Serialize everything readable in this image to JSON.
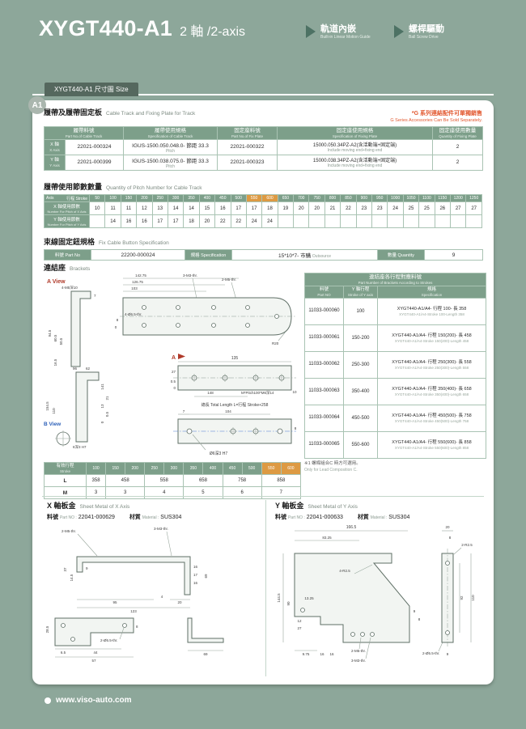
{
  "header": {
    "title": "XYGT440-A1",
    "subtitle": "2 軸 /2-axis",
    "features": [
      {
        "zh": "軌道內嵌",
        "en": "Built-in Linear Motion Guide"
      },
      {
        "zh": "螺桿驅動",
        "en": "Ball Screw Drive"
      }
    ]
  },
  "section_bar": {
    "label": "XYGT440-A1 尺寸圖 Size"
  },
  "card": {
    "badge": "A1",
    "track": {
      "title_zh": "履帶及履帶固定板",
      "title_en": "Cable Track and Fixing Plate for Track",
      "note_zh": "*G 系列連結配件可單獨銷售",
      "note_en": "G Series Accessories Can Be Sold Separately.",
      "headers": [
        {
          "zh": "履帶料號",
          "en": "Part No.of Cable Track"
        },
        {
          "zh": "履帶使用規格",
          "en": "Specification of Cable Track"
        },
        {
          "zh": "固定座料號",
          "en": "Part No.of Fix Plate"
        },
        {
          "zh": "固定座使用規格",
          "en": "Specification of Fixing Plate"
        },
        {
          "zh": "固定座使用數量",
          "en": "Quantity of Fixing Plate"
        }
      ],
      "rows": [
        {
          "axis_zh": "X 軸",
          "axis_en": "X Axis",
          "part": "22021-000324",
          "spec_code": "IGUS-1500.050.048.0-",
          "pitch_zh": "節距 33.3",
          "pitch_en": "Pitch",
          "fix_part": "22021-000322",
          "fix_spec_zh": "15000.050.34PZ-A2(含活動端+固定端)",
          "fix_spec_en": "Include moving end+fixing end",
          "qty": "2"
        },
        {
          "axis_zh": "Y 軸",
          "axis_en": "Y Axis",
          "part": "22021-000399",
          "spec_code": "IGUS-1500.038.075.0-",
          "pitch_zh": "節距 33.3",
          "pitch_en": "Pitch",
          "fix_part": "22021-000323",
          "fix_spec_zh": "15000.038.34PZ-A2(含活動端+固定端)",
          "fix_spec_en": "Include moving end+fixing end",
          "qty": "2"
        }
      ]
    },
    "pitch": {
      "title_zh": "履帶使用節數數量",
      "title_en": "Quantity of Pitch Number for Cable Track",
      "corner_top": "行程 Stroke",
      "corner_bottom": "Axis",
      "strokes": [
        "50",
        "100",
        "150",
        "200",
        "250",
        "300",
        "350",
        "400",
        "450",
        "500",
        "550",
        "600",
        "650",
        "700",
        "750",
        "800",
        "850",
        "900",
        "950",
        "1000",
        "1050",
        "1100",
        "1150",
        "1200",
        "1250"
      ],
      "highlight_strokes": [
        "550",
        "600"
      ],
      "x_label_zh": "X 軸使用節數",
      "x_label_en": "Number For Pitch of X Axis",
      "x_values": [
        "10",
        "11",
        "11",
        "12",
        "13",
        "14",
        "14",
        "15",
        "16",
        "17",
        "17",
        "18",
        "19",
        "20",
        "20",
        "21",
        "22",
        "23",
        "23",
        "24",
        "25",
        "25",
        "26",
        "27",
        "27"
      ],
      "y_label_zh": "Y 軸使用節數",
      "y_label_en": "Number For Pitch of Y Axis",
      "y_values": [
        "",
        "14",
        "16",
        "16",
        "17",
        "17",
        "18",
        "20",
        "22",
        "22",
        "24",
        "24",
        "",
        "",
        "",
        "",
        "",
        "",
        "",
        "",
        "",
        "",
        "",
        "",
        ""
      ]
    },
    "button": {
      "title_zh": "束線固定鈕規格",
      "title_en": "Fix Cable Button Specification",
      "part_label_zh": "料號",
      "part_label_en": "Part No",
      "part": "22200-000024",
      "spec_label_zh": "規格",
      "spec_label_en": "Specification",
      "spec_zh": "15*10*7- 市購",
      "spec_en": "Outsource",
      "qty_label_zh": "數量",
      "qty_label_en": "Quantity",
      "qty": "9"
    },
    "brackets": {
      "title_zh": "連結座",
      "title_en": "Brackets",
      "table_title_zh": "連結座各行程對應料號",
      "table_title_en": "Part Number of Brackets According to Strokes",
      "col_part_zh": "料號",
      "col_part_en": "Part NO",
      "col_stroke_zh": "Y 軸行程",
      "col_stroke_en": "Stroke of Y axis",
      "col_spec_zh": "規格",
      "col_spec_en": "Specification",
      "rows": [
        {
          "part": "11033-000060",
          "stroke": "100",
          "spec_zh": "XYGT440-A1/A4- 行程 100- 長 358",
          "spec_en": "XYGT440-A1/A4-Stroke 100-Length 358"
        },
        {
          "part": "11033-000061",
          "stroke": "150-200",
          "spec_zh": "XYGT440-A1/A4- 行程 150(200)- 長 458",
          "spec_en": "XYGT440-A1/A4-Stroke 150(200)-Length 458"
        },
        {
          "part": "11033-000062",
          "stroke": "250-300",
          "spec_zh": "XYGT440-A1/A4- 行程 250(300)- 長 558",
          "spec_en": "XYGT440-A1/A4-Stroke 250(300)-Length 558"
        },
        {
          "part": "11033-000063",
          "stroke": "350-400",
          "spec_zh": "XYGT440-A1/A4- 行程 350(400)- 長 658",
          "spec_en": "XYGT440-A1/A4-Stroke 350(400)-Length 658"
        },
        {
          "part": "11033-000064",
          "stroke": "450-500",
          "spec_zh": "XYGT440-A1/A4- 行程 450(500)- 長 758",
          "spec_en": "XYGT440-A1/A4-Stroke 450(500)-Length 758"
        },
        {
          "part": "11033-000065",
          "stroke": "550-600",
          "spec_zh": "XYGT440-A1/A4- 行程 550(600)- 長 858",
          "spec_en": "XYGT440-A1/A4-Stroke 550(600)-Length 858"
        }
      ],
      "footnote_zh": "※1 螺桿組合C 時方可選用。",
      "footnote_en": "Only for Lead Composition C."
    },
    "stroke_table": {
      "title_zh": "有效行程",
      "title_en": "Stroke",
      "strokes": [
        "100",
        "150",
        "200",
        "250",
        "300",
        "350",
        "400",
        "450",
        "500",
        "550",
        "600"
      ],
      "l_label": "L",
      "l_values": [
        "358",
        "458",
        "558",
        "658",
        "758",
        "858"
      ],
      "m_label": "M",
      "m_values": [
        "3",
        "3",
        "4",
        "5",
        "6",
        "7"
      ]
    },
    "x_sheet": {
      "title_zh": "X 軸板金",
      "title_en": "Sheet Metal of X Axis",
      "part_label_zh": "料號",
      "part_label_en": "Part NO :",
      "part": "22041-000629",
      "material_label_zh": "材質",
      "material_label_en": "Material :",
      "material": "SUS304"
    },
    "y_sheet": {
      "title_zh": "Y 軸板金",
      "title_en": "Sheet Metal of Y Axis",
      "part_label_zh": "料號",
      "part_label_en": "Part NO :",
      "part": "22041-000633",
      "material_label_zh": "材質",
      "material_label_en": "Material :",
      "material": "SUS304"
    }
  },
  "drawings": {
    "bracket": [
      "A View",
      "4-M5深10",
      "7",
      "94.5",
      "60.5",
      "50.5",
      "16.5",
      "96",
      "62",
      "141",
      "21",
      "13",
      "0.5",
      "0",
      "154.5",
      "110",
      "B View",
      "6深3 H7",
      "142.75",
      "126.75",
      "103",
      "3-M3-thr.",
      "2-M5-thr.",
      "4-Ø6.5-thr.",
      "8",
      "0",
      "R20",
      "A",
      "135",
      "27",
      "0.5",
      "0",
      "148",
      "M*Pitch100*M6深14",
      "10",
      "總長 Total Length L=行程 Stroke+258",
      "7",
      "104",
      "8",
      "Ø6深3 H7"
    ],
    "x_metal": [
      "2-M5-thr.",
      "3-M3-thr.",
      "37",
      "14.5",
      "9",
      "16",
      "17",
      "16",
      "69",
      "95",
      "20",
      "4",
      "123",
      "28.5",
      "8",
      "6.5",
      "44",
      "2-Ø5.5-thr.",
      "57",
      "69"
    ],
    "y_metal": [
      "166.5",
      "83.25",
      "20",
      "8",
      "2-R2.5",
      "4-R2.5",
      "144.5",
      "90",
      "13.25",
      "12",
      "27",
      "9",
      "8",
      "9.75",
      "16",
      "16",
      "2-M5-thr.",
      "3-M3-thr.",
      "2-Ø5.5-thr.",
      "92",
      "110",
      "9"
    ]
  },
  "footer": {
    "url": "www.viso-auto.com"
  }
}
